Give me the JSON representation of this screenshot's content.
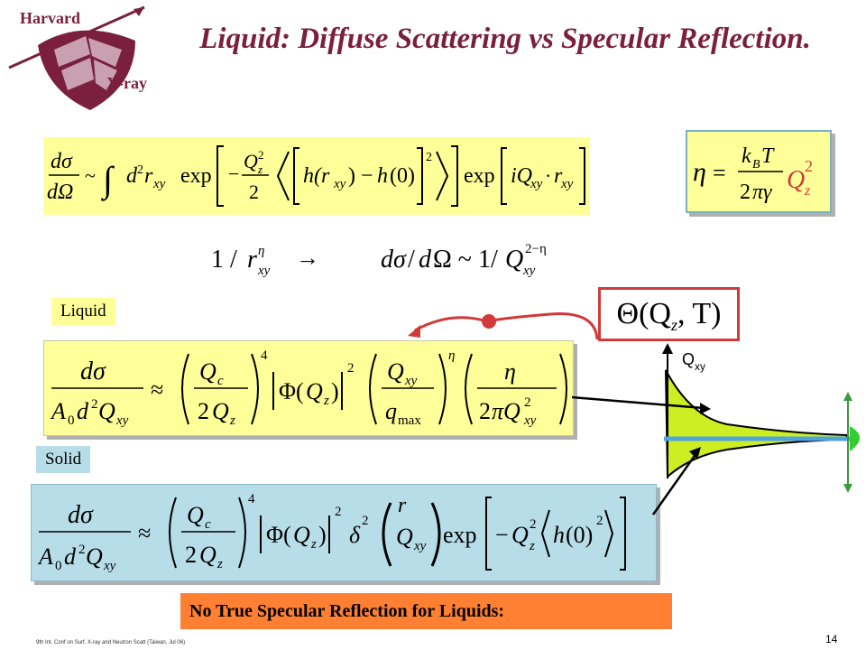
{
  "slide": {
    "title": "Liquid: Diffuse Scattering vs Specular Reflection.",
    "logo_top": "Harvard",
    "logo_bottom": "X-ray",
    "label_liquid": "Liquid",
    "label_solid": "Solid",
    "theta": "Θ(Q",
    "theta_sub": "z",
    "theta_end": ", T)",
    "qxy_label": "Q",
    "qxy_sub": "xy",
    "conclusion": "No True Specular Reflection for Liquids:",
    "footer": "9th Int. Conf on Surf. X-ray and Neutron Scatt (Taiwan, Jul 06)",
    "page": "14"
  },
  "colors": {
    "title": "#7a1f3d",
    "yellow_box": "#ffff99",
    "cyan_box": "#b7dde8",
    "orange_bar": "#ff7f33",
    "red": "#d23a3a",
    "green_fill": "#ccee22",
    "green_arrow": "#3a9a3a",
    "blue_line": "#4fa3e0"
  }
}
